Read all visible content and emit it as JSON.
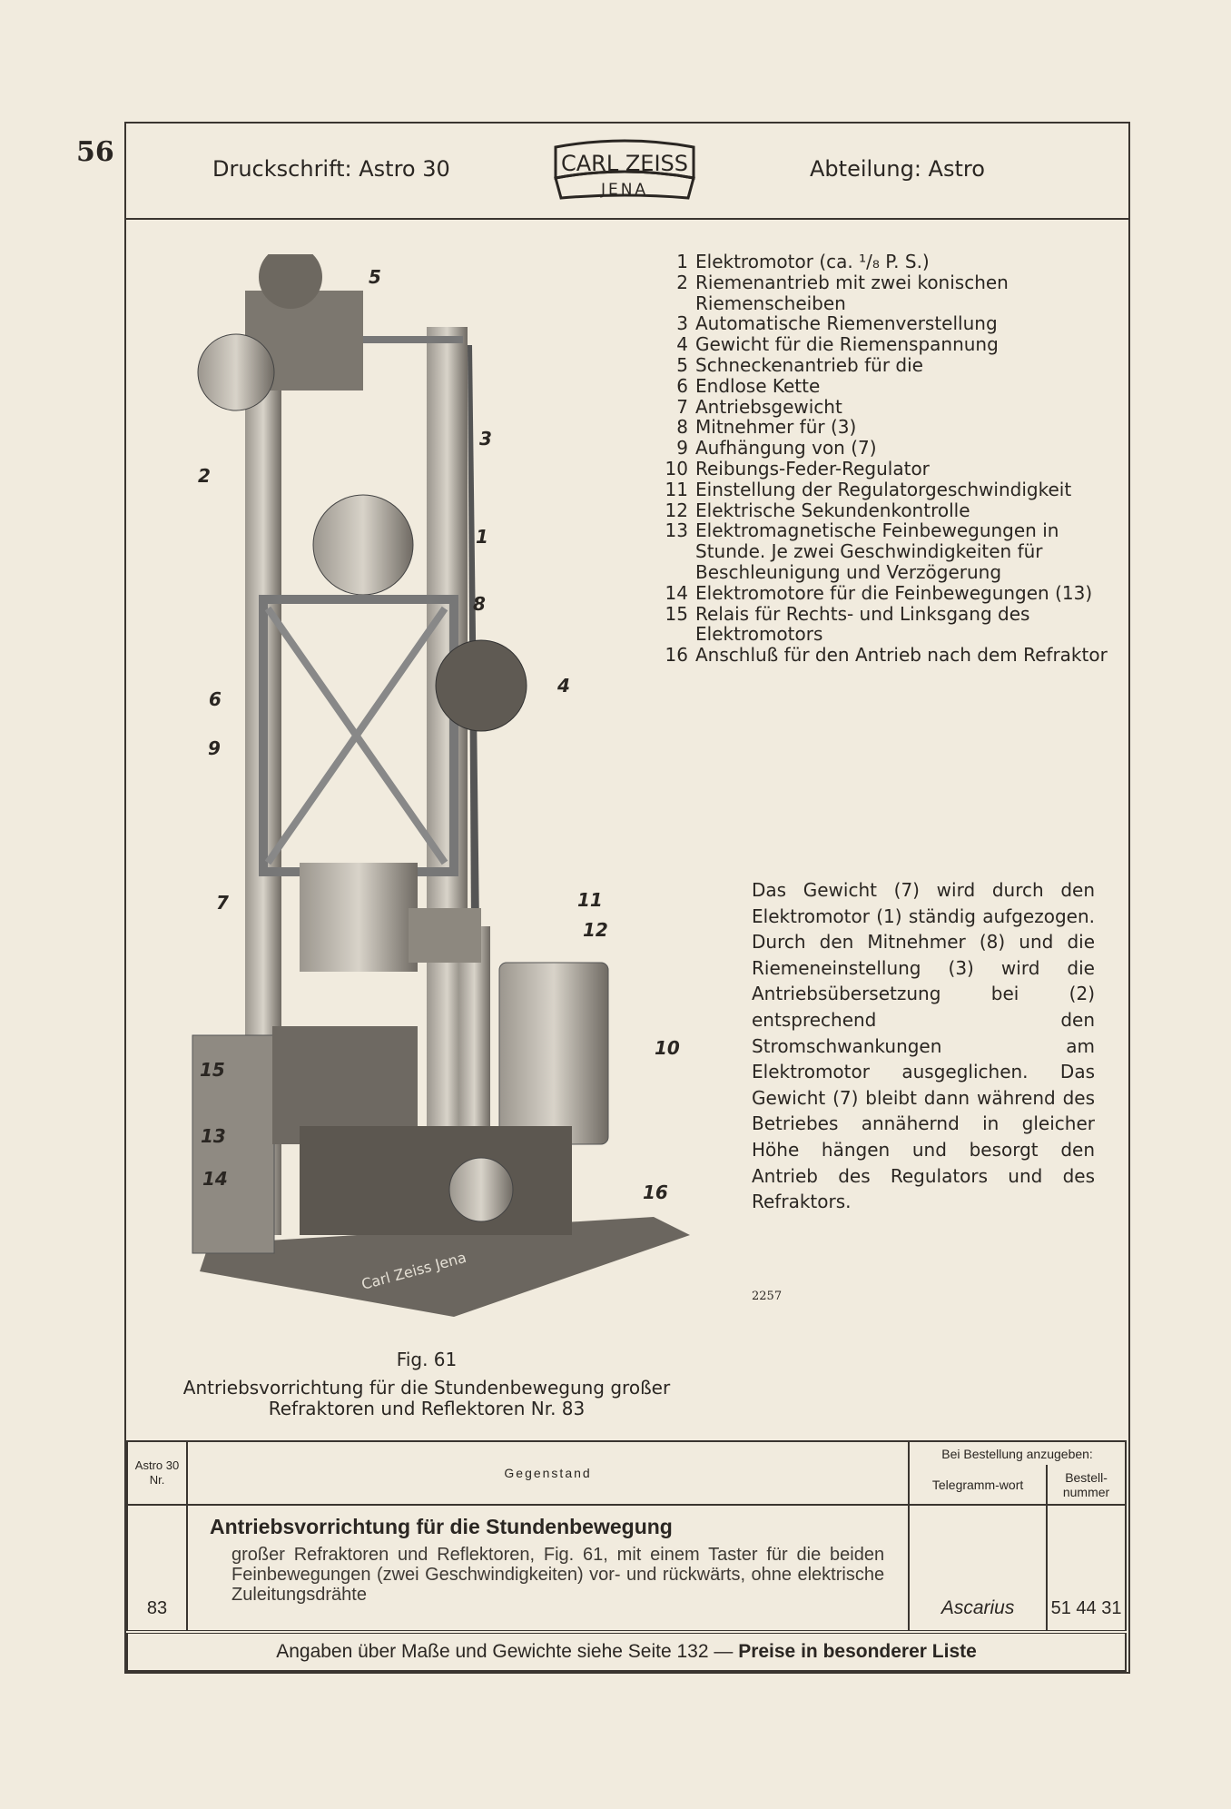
{
  "page_number": "56",
  "header": {
    "left": "Druckschrift: Astro 30",
    "logo_top": "CARL ZEISS",
    "logo_bottom": "JENA",
    "right": "Abteilung: Astro"
  },
  "parts": [
    {
      "n": "1",
      "t": "Elektromotor (ca. ¹/₈ P. S.)"
    },
    {
      "n": "2",
      "t": "Riemenantrieb mit zwei konischen Riemenscheiben"
    },
    {
      "n": "3",
      "t": "Automatische Riemenverstellung"
    },
    {
      "n": "4",
      "t": "Gewicht für die Riemenspannung"
    },
    {
      "n": "5",
      "t": "Schneckenantrieb für die"
    },
    {
      "n": "6",
      "t": "Endlose Kette"
    },
    {
      "n": "7",
      "t": "Antriebsgewicht"
    },
    {
      "n": "8",
      "t": "Mitnehmer für (3)"
    },
    {
      "n": "9",
      "t": "Aufhängung von (7)"
    },
    {
      "n": "10",
      "t": "Reibungs-Feder-Regulator"
    },
    {
      "n": "11",
      "t": "Einstellung der Regulatorgeschwindigkeit"
    },
    {
      "n": "12",
      "t": "Elektrische Sekundenkontrolle"
    },
    {
      "n": "13",
      "t": "Elektromagnetische Feinbewegungen in Stunde. Je zwei Geschwindigkeiten für Beschleunigung und Verzögerung"
    },
    {
      "n": "14",
      "t": "Elektromotore für die Feinbewegungen (13)"
    },
    {
      "n": "15",
      "t": "Relais für Rechts- und Linksgang des Elektromotors"
    },
    {
      "n": "16",
      "t": "Anschluß für den Antrieb nach dem Refraktor"
    }
  ],
  "description": "Das Gewicht (7) wird durch den Elektromotor (1) ständig aufgezogen. Durch den Mitnehmer (8) und die Riemeneinstellung (3) wird die Antriebsübersetzung bei (2) entsprechend den Stromschwankungen am Elektromotor ausgeglichen. Das Gewicht (7) bleibt dann während des Betriebes annähernd in gleicher Höhe hängen und besorgt den Antrieb des Regulators und des Refraktors.",
  "image_code": "2257",
  "machine_plate": "Carl Zeiss Jena",
  "figure": {
    "label": "Fig. 61",
    "caption": "Antriebsvorrichtung für die Stundenbewegung großer Refraktoren und Reflektoren Nr. 83"
  },
  "callouts": [
    "1",
    "2",
    "3",
    "4",
    "5",
    "6",
    "7",
    "8",
    "9",
    "10",
    "11",
    "12",
    "13",
    "14",
    "15",
    "16"
  ],
  "table": {
    "col_nr": "Astro 30 Nr.",
    "col_item": "Gegenstand",
    "col_order": "Bei Bestellung anzugeben:",
    "col_tele": "Telegramm-wort",
    "col_best": "Bestell-nummer",
    "row": {
      "nr": "83",
      "title": "Antriebsvorrichtung für die Stundenbewegung",
      "text": "großer Refraktoren und Reflektoren, Fig. 61, mit einem Taster für die beiden Feinbewegungen (zwei Geschwindigkeiten) vor- und rückwärts, ohne elektrische Zuleitungsdrähte",
      "tele": "Ascarius",
      "best": "51 44 31"
    }
  },
  "footer": {
    "normal": "Angaben über Maße und Gewichte siehe Seite 132 — ",
    "bold": "Preise in besonderer Liste"
  }
}
